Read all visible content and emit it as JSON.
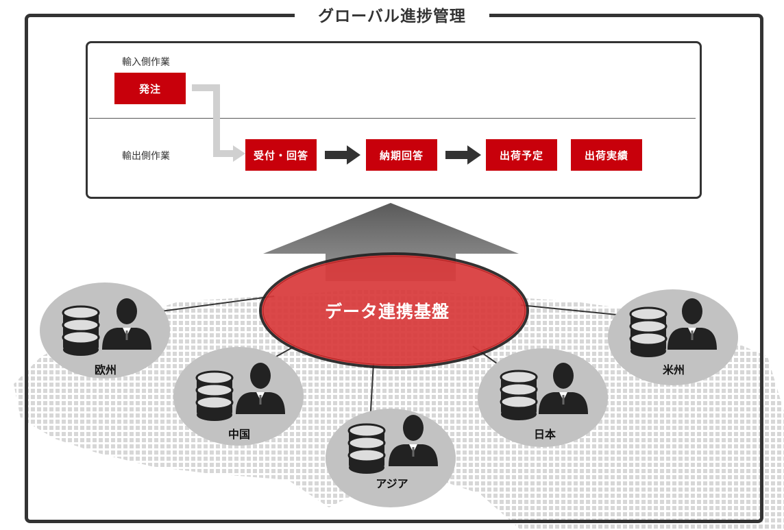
{
  "title": "グローバル進捗管理",
  "flow": {
    "import_label": "輸入側作業",
    "export_label": "輸出側作業",
    "order": "発注",
    "steps": [
      "受付・回答",
      "納期回答",
      "出荷予定",
      "出荷実績"
    ]
  },
  "hub": {
    "label": "データ連携基盤"
  },
  "regions": [
    {
      "name": "欧州"
    },
    {
      "name": "中国"
    },
    {
      "name": "アジア"
    },
    {
      "name": "日本"
    },
    {
      "name": "米州"
    }
  ],
  "colors": {
    "accent": "#c8000b",
    "frame": "#333333",
    "hub": "#d32f2f",
    "node": "#c4c4c4",
    "map": "#cfcfcf"
  }
}
